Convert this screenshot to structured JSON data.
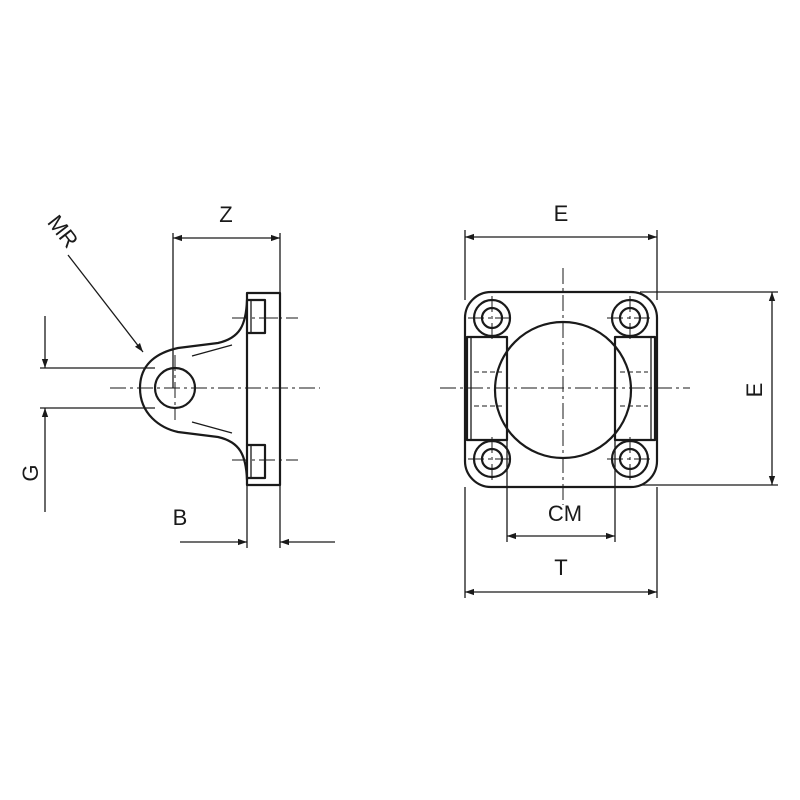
{
  "labels": {
    "z": "Z",
    "mr": "MR",
    "g": "G",
    "b": "B",
    "e_top": "E",
    "e_right": "E",
    "cm": "CM",
    "t": "T"
  }
}
